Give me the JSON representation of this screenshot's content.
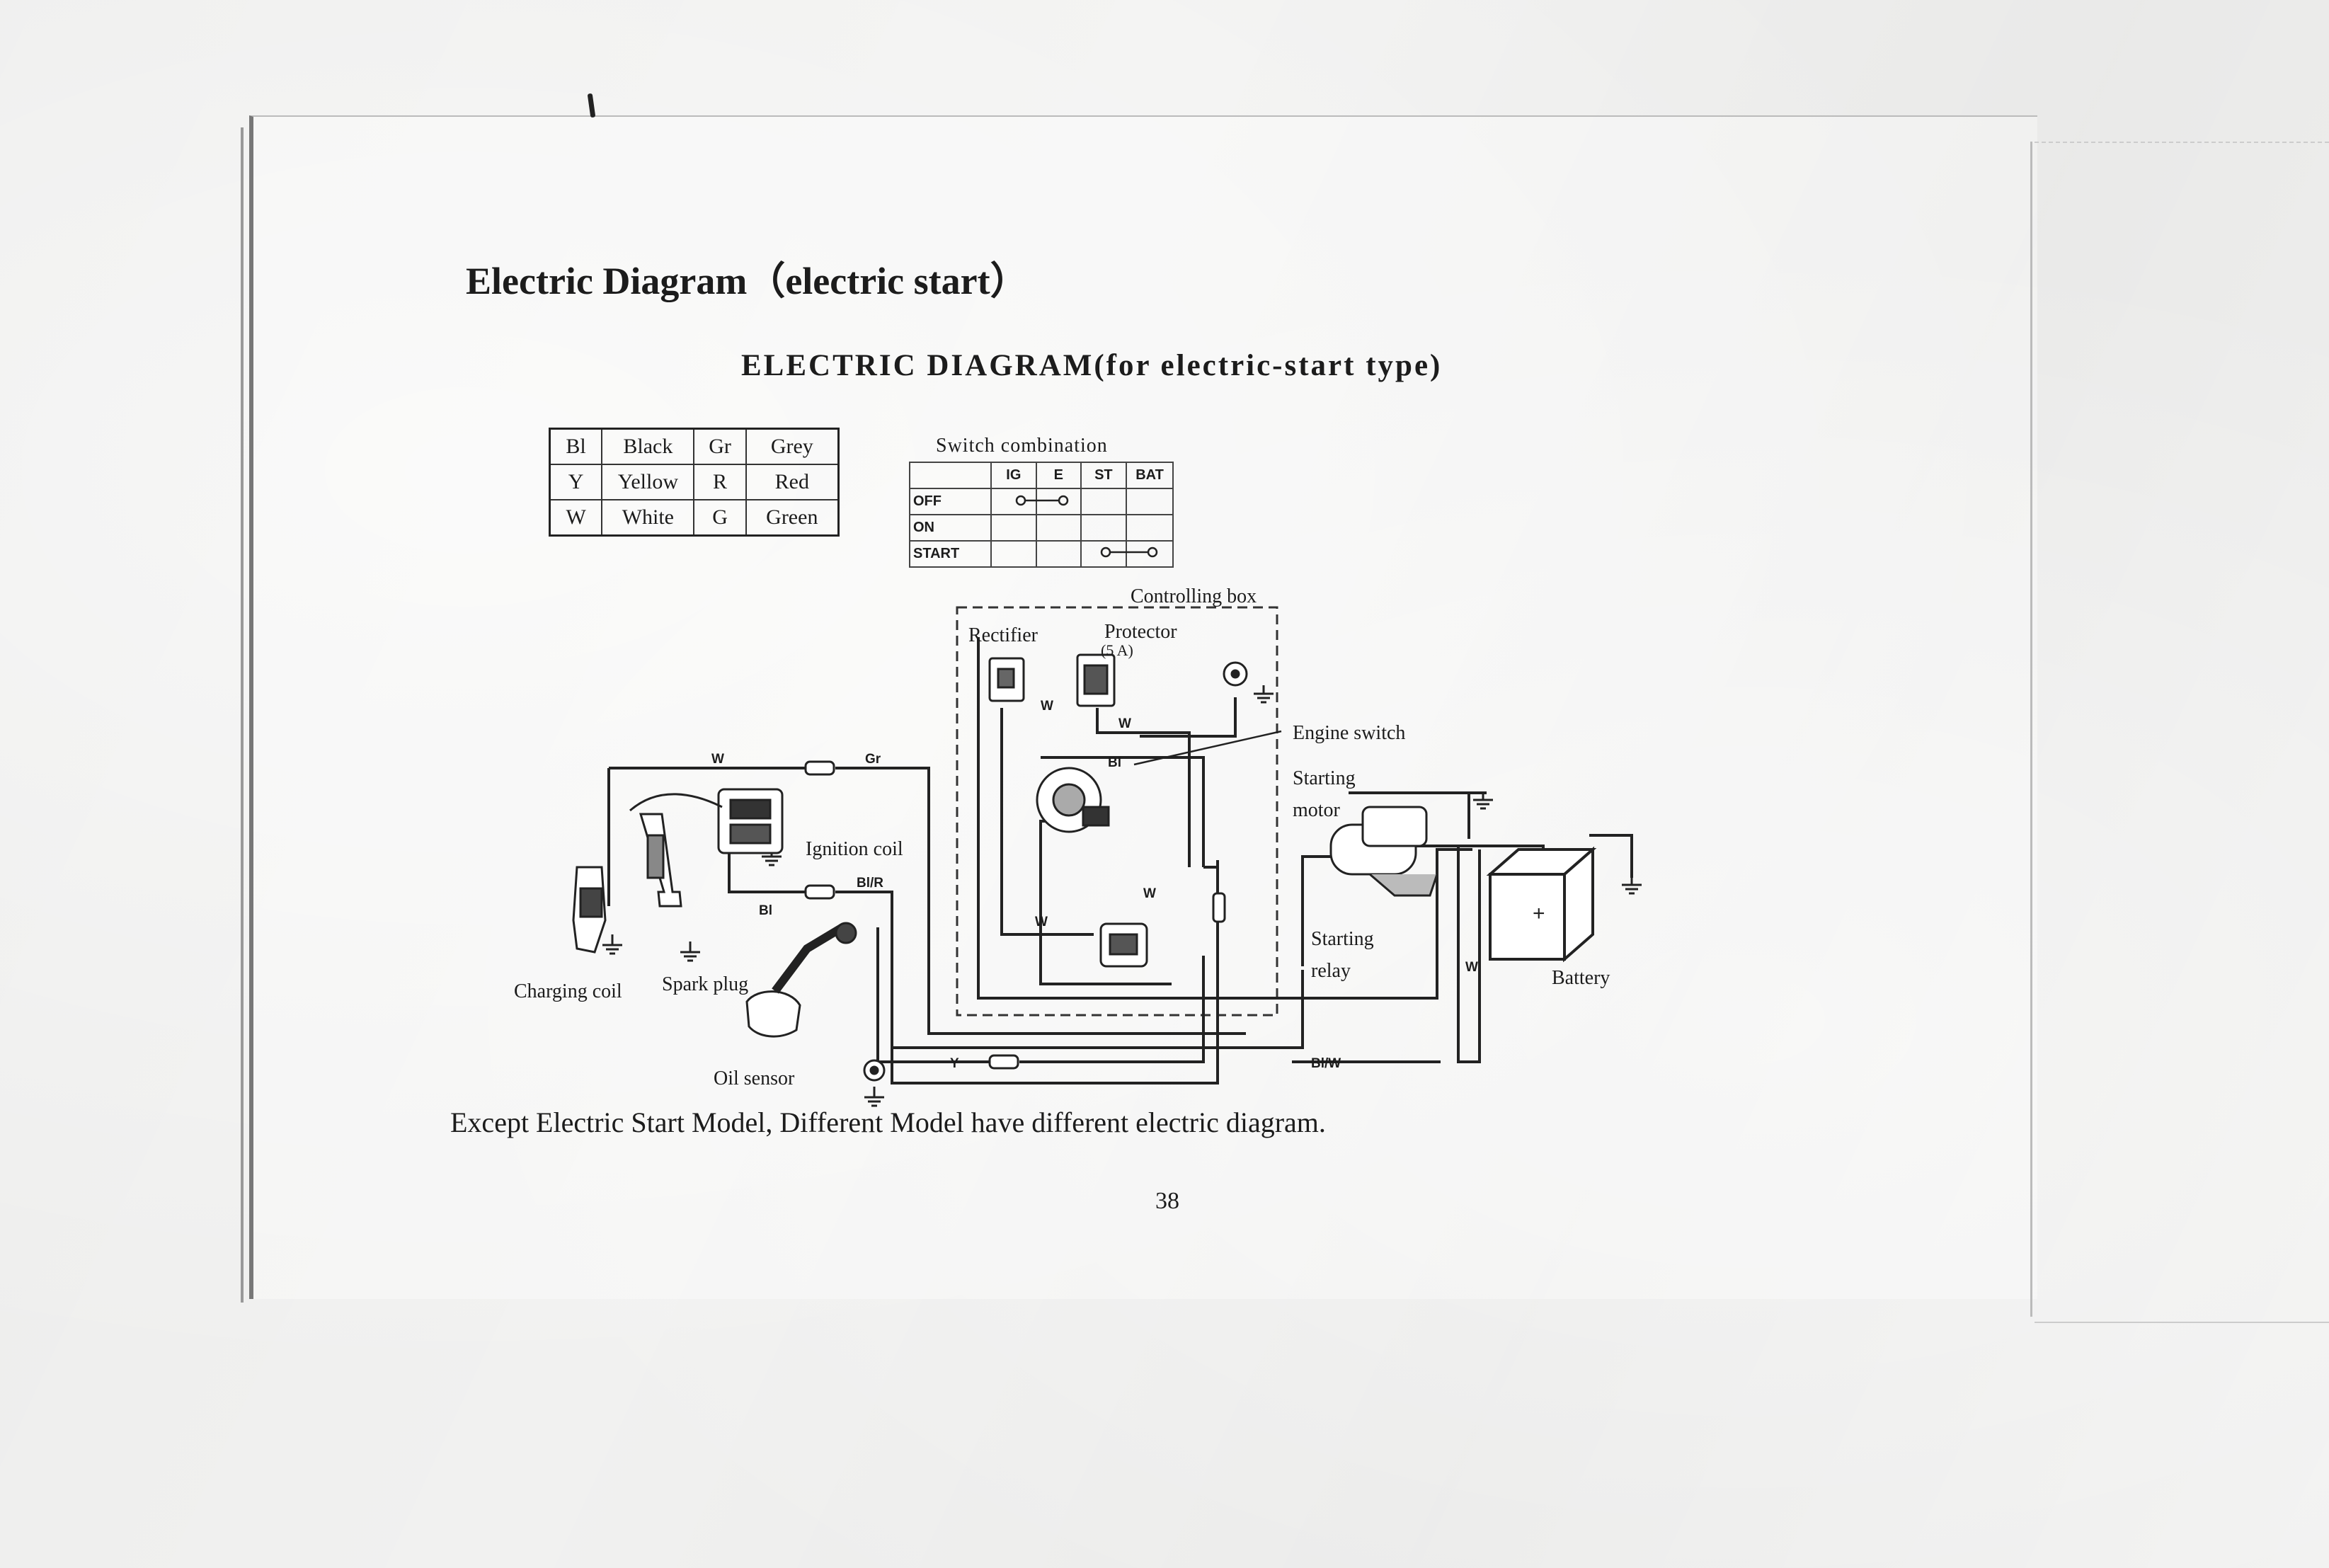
{
  "page": {
    "heading": "Electric Diagram（electric start）",
    "diagram_title": "ELECTRIC DIAGRAM(for electric-start type)",
    "footnote": "Except Electric Start Model, Different Model have different electric diagram.",
    "page_number": "38"
  },
  "color_legend": {
    "rows": [
      {
        "code1": "Bl",
        "name1": "Black",
        "code2": "Gr",
        "name2": "Grey"
      },
      {
        "code1": "Y",
        "name1": "Yellow",
        "code2": "R",
        "name2": "Red"
      },
      {
        "code1": "W",
        "name1": "White",
        "code2": "G",
        "name2": "Green"
      }
    ]
  },
  "switch_combination": {
    "caption": "Switch combination",
    "columns": [
      "IG",
      "E",
      "ST",
      "BAT"
    ],
    "rows": [
      {
        "state": "OFF",
        "connected": [
          "IG",
          "E"
        ]
      },
      {
        "state": "ON",
        "connected": []
      },
      {
        "state": "START",
        "connected": [
          "ST",
          "BAT"
        ]
      }
    ]
  },
  "components": {
    "controlling_box": "Controlling box",
    "rectifier": "Rectifier",
    "protector": "Protector",
    "protector_rating": "(5 A)",
    "engine_switch": "Engine switch",
    "starting_motor_1": "Starting",
    "starting_motor_2": "motor",
    "ignition_coil": "Ignition coil",
    "charging_coil": "Charging coil",
    "spark_plug": "Spark plug",
    "oil_sensor": "Oil sensor",
    "starting_relay_1": "Starting",
    "starting_relay_2": "relay",
    "battery": "Battery"
  },
  "wire_labels": {
    "w_top": "W",
    "gr_top": "Gr",
    "w_rectifier": "W",
    "w_protector": "W",
    "bl_switch": "Bl",
    "bl_r": "Bl/R",
    "bl_coil": "Bl",
    "w_relay_left": "W",
    "w_relay_right": "W",
    "w_battery": "W",
    "y_oil": "Y",
    "bl_w": "Bl/W"
  }
}
